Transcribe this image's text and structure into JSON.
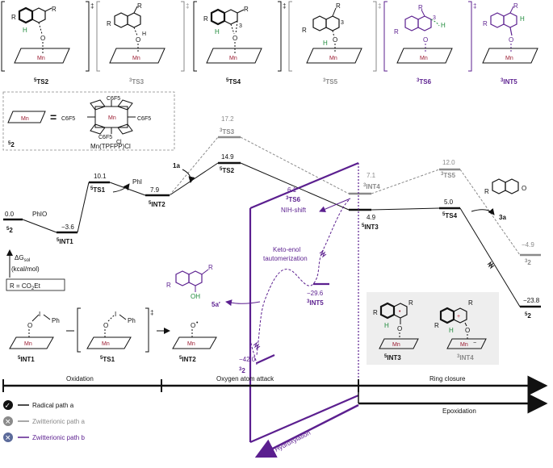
{
  "colors": {
    "radical": "#111111",
    "zwitterionic_a": "#8a8a8a",
    "zwitterionic_b": "#5b1f8f",
    "metal": "#9b1b30",
    "hydrogen": "#1f8a3b",
    "panel_bg": "#eeeeee"
  },
  "top_structures": [
    {
      "label": "5TS2",
      "sup": "5",
      "name": "TS2",
      "style": "black",
      "dagger": "‡",
      "atom_o": "O",
      "atom_mn": "Mn",
      "atom_h": "H",
      "atom_r1": "R",
      "atom_r2": "R"
    },
    {
      "label": "3TS3",
      "sup": "3",
      "name": "TS3",
      "style": "gray",
      "dagger": "‡",
      "atom_o": "O",
      "atom_mn": "Mn",
      "atom_h": "H",
      "atom_r1": "R",
      "atom_r2": "R"
    },
    {
      "label": "5TS4",
      "sup": "5",
      "name": "TS4",
      "style": "black",
      "dagger": "‡",
      "atom_o": "O",
      "atom_mn": "Mn",
      "atom_h": "H",
      "atom_r1": "R",
      "atom_r2": "R",
      "atom_3": "3"
    },
    {
      "label": "3TS5",
      "sup": "3",
      "name": "TS5",
      "style": "gray",
      "dagger": "‡",
      "atom_o": "O",
      "atom_mn": "Mn",
      "atom_h": "H",
      "atom_r1": "R",
      "atom_r2": "R",
      "atom_3": "3"
    },
    {
      "label": "3TS6",
      "sup": "3",
      "name": "TS6",
      "style": "purple",
      "dagger": "‡",
      "atom_o": "O",
      "atom_mn": "Mn",
      "atom_h": "H",
      "atom_r1": "R",
      "atom_r2": "R",
      "atom_3": "3"
    },
    {
      "label": "3INT5",
      "sup": "3",
      "name": "INT5",
      "style": "purple",
      "dagger": "",
      "atom_o": "O",
      "atom_mn": "Mn",
      "atom_h": "H",
      "atom_r1": "R",
      "atom_r2": "R"
    }
  ],
  "catalyst_box": {
    "mn_label": "Mn",
    "equals": "=",
    "ligand_c6f5": "C6F5",
    "cl": "Cl",
    "formula": "Mn(TPFPP)Cl",
    "species": "52",
    "species_sup": "5",
    "species_name": "2"
  },
  "axis": {
    "label": "ΔGsol",
    "label_main": "ΔG",
    "label_sub": "sol",
    "unit": "(kcal/mol)"
  },
  "r_definition": "R = CO2Et",
  "r_prefix": "R = CO",
  "r_sub": "2",
  "r_suffix": "Et",
  "levels_black": [
    {
      "id": "52",
      "sup": "5",
      "name": "2",
      "value": "0.0",
      "side": "PhIO"
    },
    {
      "id": "5INT1",
      "sup": "5",
      "name": "INT1",
      "value": "−3.6"
    },
    {
      "id": "5TS1",
      "sup": "5",
      "name": "TS1",
      "value": "10.1",
      "side": "PhI"
    },
    {
      "id": "5INT2",
      "sup": "5",
      "name": "INT2",
      "value": "7.9",
      "side": "1a"
    },
    {
      "id": "5TS2",
      "sup": "5",
      "name": "TS2",
      "value": "14.9"
    },
    {
      "id": "5INT3",
      "sup": "5",
      "name": "INT3",
      "value": "4.9"
    },
    {
      "id": "5TS4",
      "sup": "5",
      "name": "TS4",
      "value": "5.0",
      "side": "3a"
    },
    {
      "id": "52_end",
      "sup": "5",
      "name": "2",
      "value": "−23.8"
    }
  ],
  "levels_gray": [
    {
      "id": "3TS3",
      "sup": "3",
      "name": "TS3",
      "value": "17.2"
    },
    {
      "id": "3INT4",
      "sup": "3",
      "name": "INT4",
      "value": "7.1"
    },
    {
      "id": "3TS5",
      "sup": "3",
      "name": "TS5",
      "value": "12.0"
    },
    {
      "id": "32_gray",
      "sup": "3",
      "name": "2",
      "value": "−4.9"
    }
  ],
  "levels_purple": [
    {
      "id": "3TS6",
      "sup": "3",
      "name": "TS6",
      "value": "6.1",
      "note": "NIH-shift"
    },
    {
      "id": "3INT5",
      "sup": "3",
      "name": "INT5",
      "value": "−29.6"
    },
    {
      "id": "32_purple",
      "sup": "3",
      "name": "2",
      "value": "−42.0"
    }
  ],
  "annotations": {
    "keto_enol_line1": "Keto-enol",
    "keto_enol_line2": "tautomerization",
    "product_5a": "5a",
    "product_5a_prime": "′",
    "oh": "OH",
    "hydroxylation": "Hydroxylation",
    "epoxidation": "Epoxidation"
  },
  "bottom_scheme": [
    {
      "label": "5INT1",
      "sup": "5",
      "name": "INT1"
    },
    {
      "label": "5TS1",
      "sup": "5",
      "name": "TS1",
      "dagger": "‡"
    },
    {
      "label": "5INT2",
      "sup": "5",
      "name": "INT2"
    }
  ],
  "bottom_atoms": {
    "o": "O",
    "i": "I",
    "ph": "Ph",
    "mn": "Mn",
    "dot": "•"
  },
  "panel_structures": [
    {
      "label": "5INT3",
      "sup": "5",
      "name": "INT3",
      "style": "black"
    },
    {
      "label": "3INT4",
      "sup": "3",
      "name": "INT4",
      "style": "gray"
    }
  ],
  "panel_atoms": {
    "o": "O",
    "mn": "Mn",
    "h": "H",
    "r": "R",
    "plus": "+",
    "minus": "−",
    "dot": "•"
  },
  "stages": [
    "Oxidation",
    "Oxygen atom attack",
    "Ring closure"
  ],
  "legend": [
    {
      "label": "Radical path a",
      "marker": "✓",
      "style": "black"
    },
    {
      "label": "Zwitterionic path a",
      "marker": "✕",
      "style": "gray"
    },
    {
      "label": "Zwitterionic path b",
      "marker": "✕",
      "style": "purple"
    }
  ]
}
